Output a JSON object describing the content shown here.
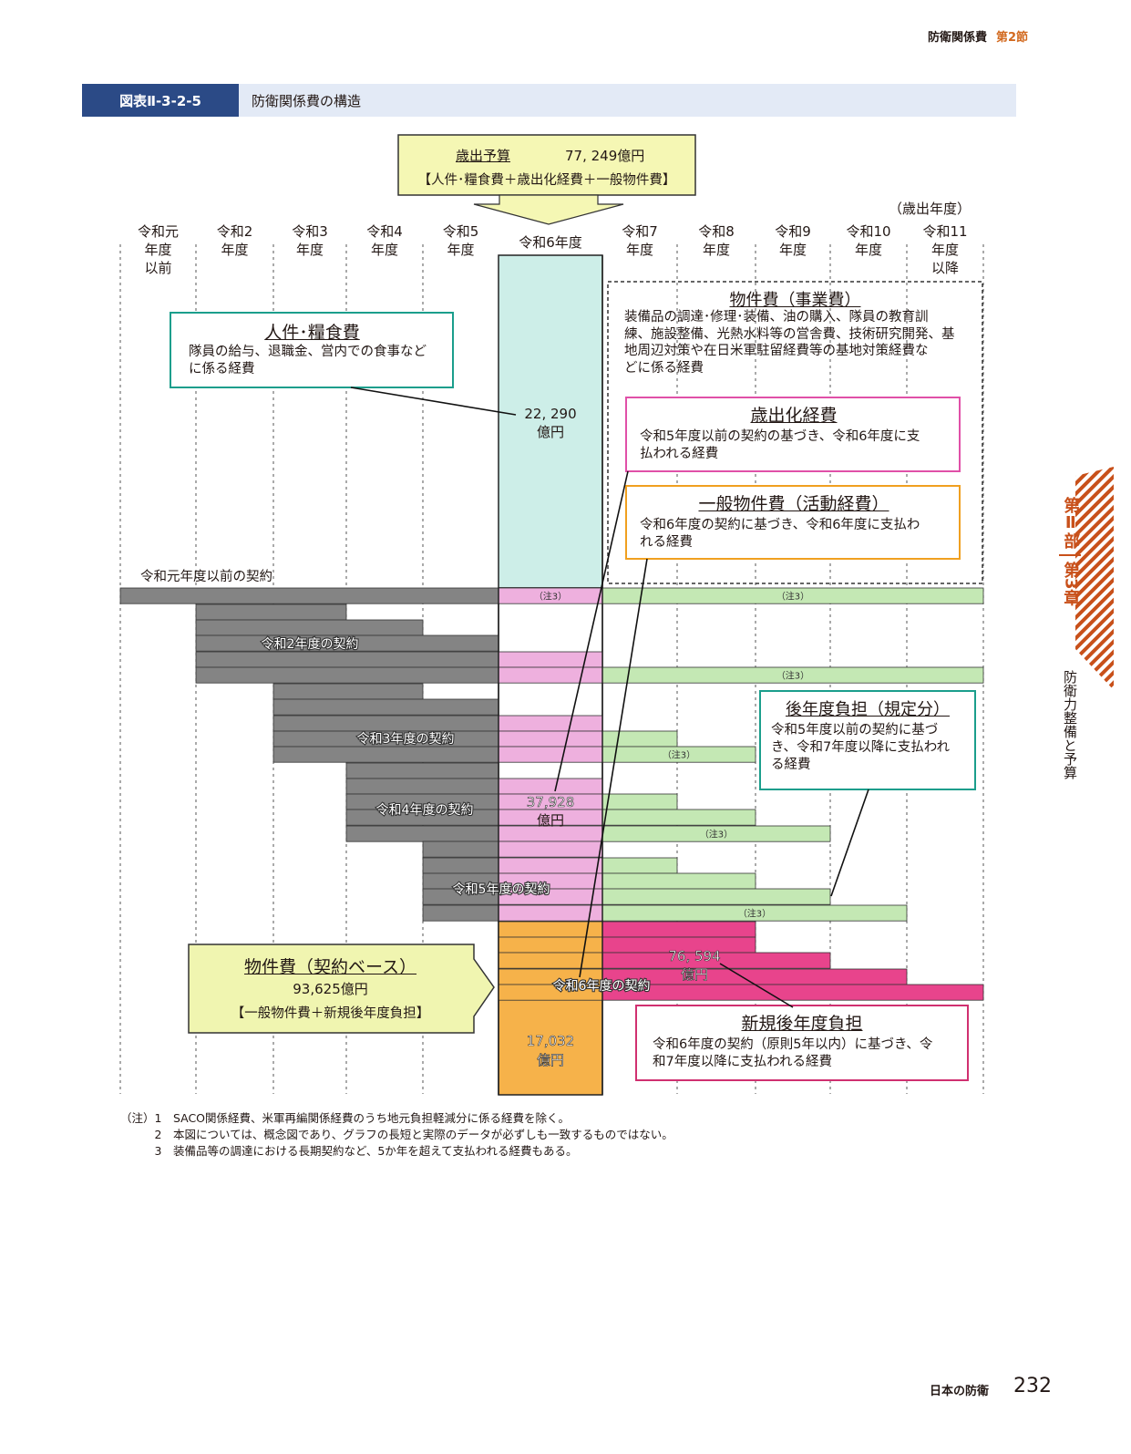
{
  "header": {
    "chapter": "防衛関係費",
    "section": "第2節"
  },
  "figure": {
    "id": "図表Ⅱ-3-2-5",
    "title": "防衛関係費の構造"
  },
  "budget_box": {
    "label": "歳出予算",
    "amount": "77, 249億円",
    "components": "【人件･糧食費＋歳出化経費＋一般物件費】"
  },
  "axis_unit": "（歳出年度）",
  "years": [
    {
      "l1": "令和元",
      "l2": "年度",
      "l3": "以前"
    },
    {
      "l1": "令和2",
      "l2": "年度",
      "l3": ""
    },
    {
      "l1": "令和3",
      "l2": "年度",
      "l3": ""
    },
    {
      "l1": "令和4",
      "l2": "年度",
      "l3": ""
    },
    {
      "l1": "令和5",
      "l2": "年度",
      "l3": ""
    },
    {
      "l1": "令和6年度",
      "l2": "",
      "l3": ""
    },
    {
      "l1": "令和7",
      "l2": "年度",
      "l3": ""
    },
    {
      "l1": "令和8",
      "l2": "年度",
      "l3": ""
    },
    {
      "l1": "令和9",
      "l2": "年度",
      "l3": ""
    },
    {
      "l1": "令和10",
      "l2": "年度",
      "l3": ""
    },
    {
      "l1": "令和11",
      "l2": "年度",
      "l3": "以降"
    }
  ],
  "boxes": {
    "personnel": {
      "title": "人件･糧食費",
      "desc1": "隊員の給与、退職金、営内での食事など",
      "desc2": "に係る経費"
    },
    "material": {
      "title": "物件費（事業費）",
      "desc1": "装備品の調達･修理･装備、油の購入、隊員の教育訓",
      "desc2": "練、施設整備、光熱水料等の営舎費、技術研究開発、基",
      "desc3": "地周辺対策や在日米軍駐留経費等の基地対策経費な",
      "desc4": "どに係る経費"
    },
    "annual": {
      "title": "歳出化経費",
      "desc1": "令和5年度以前の契約の基づき、令和6年度に支",
      "desc2": "払われる経費"
    },
    "general": {
      "title": "一般物件費（活動経費）",
      "desc1": "令和6年度の契約に基づき、令和6年度に支払わ",
      "desc2": "れる経費"
    },
    "later": {
      "title": "後年度負担（規定分）",
      "desc1": "令和5年度以前の契約に基づ",
      "desc2": "き、令和7年度以降に支払われ",
      "desc3": "る経費"
    },
    "contract": {
      "title": "物件費（契約ベース）",
      "amount": "93,625億円",
      "components": "【一般物件費＋新規後年度負担】"
    },
    "new_later": {
      "title": "新規後年度負担",
      "desc1": "令和6年度の契約（原則5年以内）に基づき、令",
      "desc2": "和7年度以降に支払われる経費"
    }
  },
  "values": {
    "personnel": "22, 290",
    "annual": "37,928",
    "general": "17,032",
    "new_later": "76, 594",
    "unit": "億円"
  },
  "contracts": {
    "r1": "令和元年度以前の契約",
    "r2": "令和2年度の契約",
    "r3": "令和3年度の契約",
    "r4": "令和4年度の契約",
    "r5": "令和5年度の契約",
    "r6": "令和6年度の契約"
  },
  "note_tag": "（注3）",
  "notes": [
    "（注）1　SACO関係経費、米軍再編関係経費のうち地元負担軽減分に係る経費を除く。",
    "　　　2　本図については、概念図であり、グラフの長短と実際のデータが必ずしも一致するものではない。",
    "　　　3　装備品等の調達における長期契約など、5か年を超えて支払われる経費もある。"
  ],
  "side": {
    "part": "第Ⅱ部",
    "chapter": "第3章",
    "subtitle": "防衛力整備と予算"
  },
  "footer": {
    "label": "日本の防衛",
    "page": "232"
  },
  "colors": {
    "gray": "#848484",
    "pink": "#eeb0de",
    "green": "#c4e8b4",
    "cyan": "#cdeee8",
    "orange": "#f6b24a",
    "magenta": "#e8448c",
    "navy": "#2b4a86"
  }
}
